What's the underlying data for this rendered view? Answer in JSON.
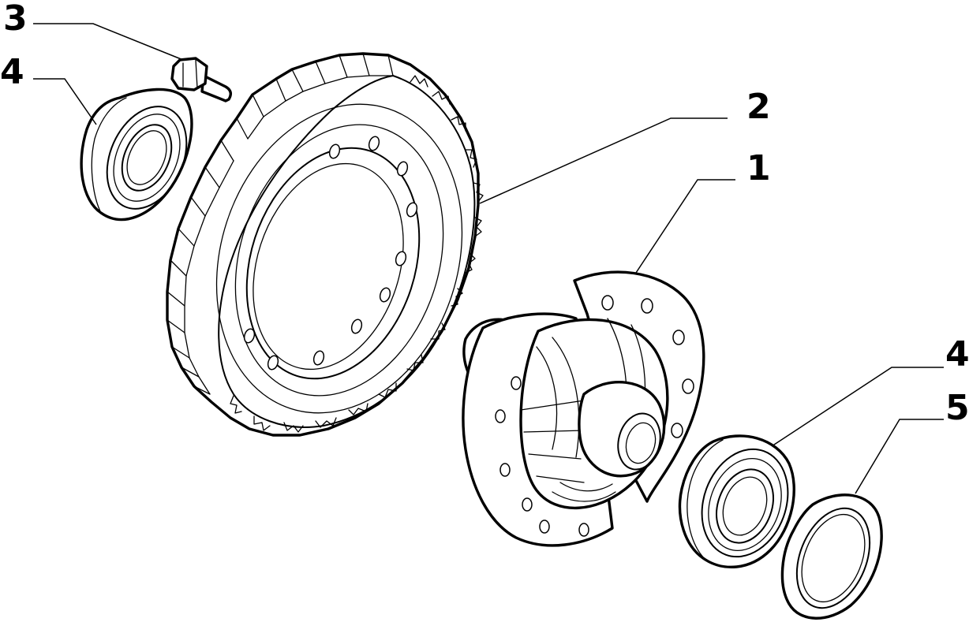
{
  "callouts": [
    {
      "id": "c3",
      "label": "3"
    },
    {
      "id": "c4a",
      "label": "4"
    },
    {
      "id": "c2",
      "label": "2"
    },
    {
      "id": "c1",
      "label": "1"
    },
    {
      "id": "c4b",
      "label": "4"
    },
    {
      "id": "c5",
      "label": "5"
    }
  ],
  "colors": {
    "ink": "#000000",
    "paper": "#ffffff"
  }
}
